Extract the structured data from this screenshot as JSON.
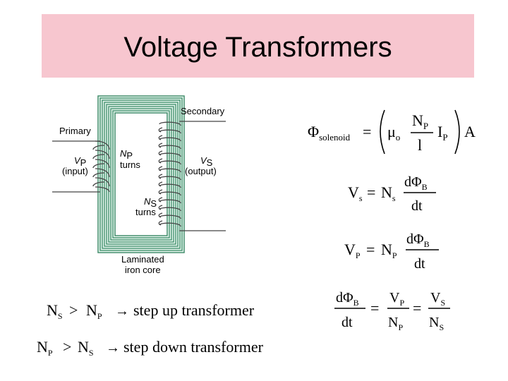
{
  "title": "Voltage Transformers",
  "diagram": {
    "secondary": "Secondary",
    "primary": "Primary",
    "vp_sym": "V",
    "vp_sub": "P",
    "vp_desc": "(input)",
    "np_sym": "N",
    "np_sub": "P",
    "np_desc": "turns",
    "vs_sym": "V",
    "vs_sub": "S",
    "vs_desc": "(output)",
    "ns_sym": "N",
    "ns_sub": "S",
    "ns_desc": "turns",
    "core_line1": "Laminated",
    "core_line2": "iron core"
  },
  "equations": {
    "phi": "Φ",
    "phi_sub": "solenoid",
    "mu": "μ",
    "mu_sub": "o",
    "np": "N",
    "np_sub": "P",
    "l": "l",
    "i": "I",
    "i_sub": "P",
    "lambda": "A",
    "vs": "V",
    "vs_sub": "s",
    "ns": "N",
    "ns_sub": "s",
    "dphib": "dΦ",
    "b_sub": "B",
    "dt": "dt",
    "vp": "V",
    "vp_sub": "P",
    "np2": "N",
    "np2_sub": "P",
    "eq": "=",
    "ratio_vp": "V",
    "ratio_vp_sub": "P",
    "ratio_np": "N",
    "ratio_np_sub": "P",
    "ratio_vs": "V",
    "ratio_vs_sub": "S",
    "ratio_ns": "N",
    "ratio_ns_sub": "S",
    "step_up": "step up transformer",
    "step_down": "step down transformer",
    "gt": ">",
    "arrow": "→"
  },
  "colors": {
    "title_bg": "#f7c6cf",
    "core": "#2e7d5a",
    "wire": "#444444"
  }
}
